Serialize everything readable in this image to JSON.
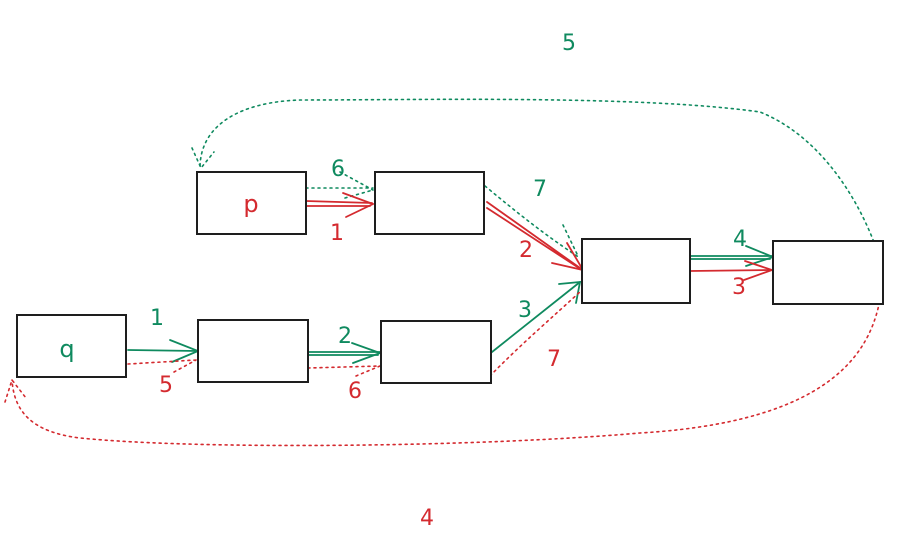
{
  "colors": {
    "green": "#0f8a5f",
    "red": "#d42a2f",
    "ink": "#1e1e1e"
  },
  "nodes": {
    "p": {
      "label": "p"
    },
    "q": {
      "label": "q"
    },
    "b1": {
      "label": ""
    },
    "b2": {
      "label": ""
    },
    "b3": {
      "label": ""
    },
    "merge": {
      "label": ""
    },
    "end": {
      "label": ""
    }
  },
  "edge_labels": {
    "green_p_b1": "6",
    "red_p_b1": "1",
    "green_b1_merge": "7",
    "red_b1_merge": "2",
    "green_q_b2": "1",
    "red_q_b2": "5",
    "green_b2_b3": "2",
    "red_b2_b3": "6",
    "green_b3_merge": "3",
    "red_b3_merge": "7",
    "green_merge_end": "4",
    "red_merge_end": "3",
    "green_loop": "5",
    "red_loop": "4"
  }
}
